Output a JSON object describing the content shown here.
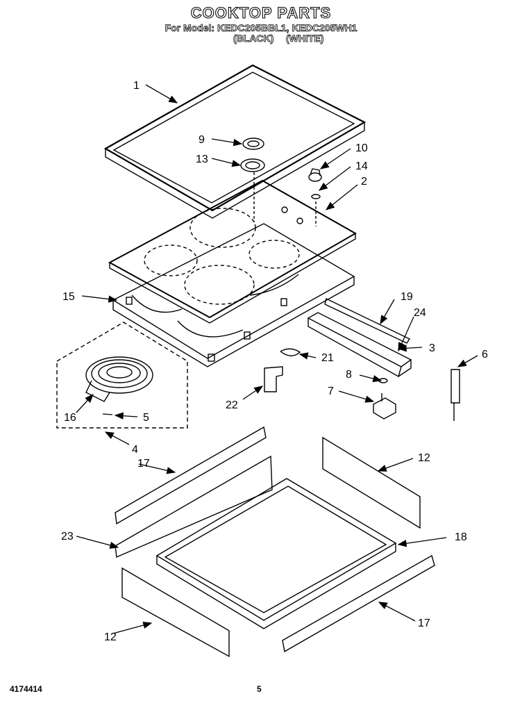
{
  "header": {
    "title": "COOKTOP PARTS",
    "model_line": "For Model: KEDC205BBL1, KEDC205WH1",
    "color_black": "(BLACK)",
    "color_white": "(WHITE)"
  },
  "callouts": [
    "1",
    "9",
    "13",
    "10",
    "14",
    "2",
    "15",
    "19",
    "24",
    "3",
    "6",
    "21",
    "8",
    "7",
    "22",
    "16",
    "5",
    "4",
    "17",
    "12",
    "23",
    "18",
    "17",
    "12"
  ],
  "footer": {
    "doc_number": "4174414",
    "page_number": "5"
  }
}
